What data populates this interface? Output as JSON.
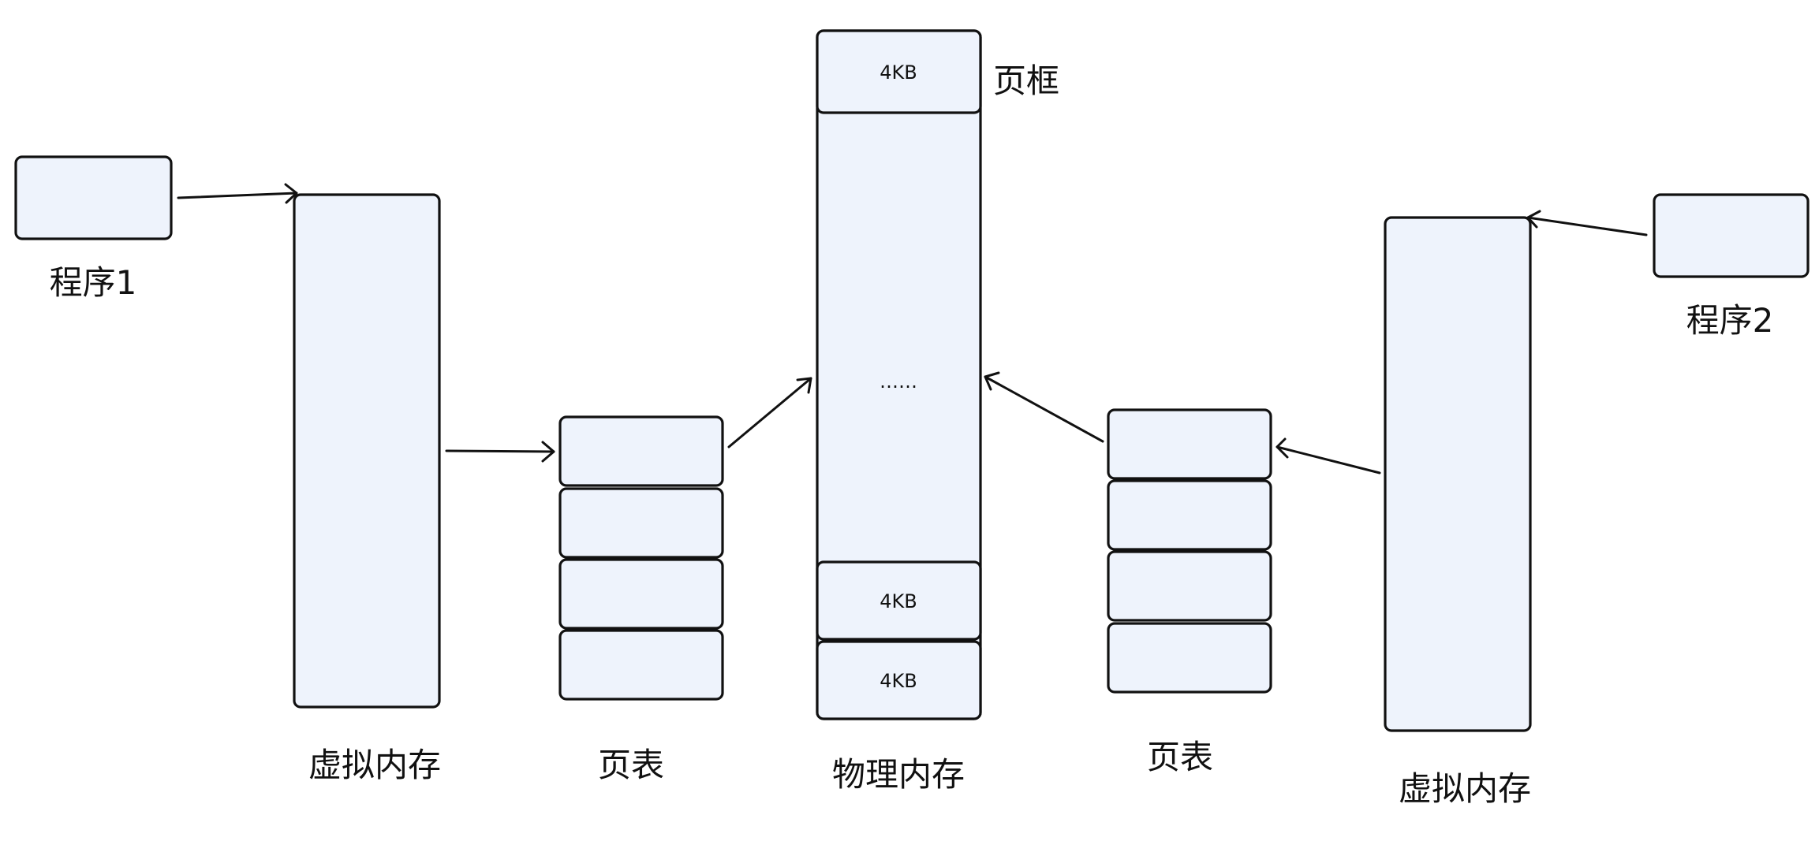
{
  "program1": {
    "label": "程序1"
  },
  "program2": {
    "label": "程序2"
  },
  "virtual_memory_left": {
    "label": "虚拟内存"
  },
  "virtual_memory_right": {
    "label": "虚拟内存"
  },
  "page_table_left": {
    "label": "页表"
  },
  "page_table_right": {
    "label": "页表"
  },
  "physical_memory": {
    "label": "物理内存",
    "frame_label": "页框",
    "top_frame": "4KB",
    "ellipsis": "……",
    "frame_lower_1": "4KB",
    "frame_lower_2": "4KB"
  },
  "colors": {
    "box_fill": "#eef3fc",
    "stroke": "#111111"
  }
}
